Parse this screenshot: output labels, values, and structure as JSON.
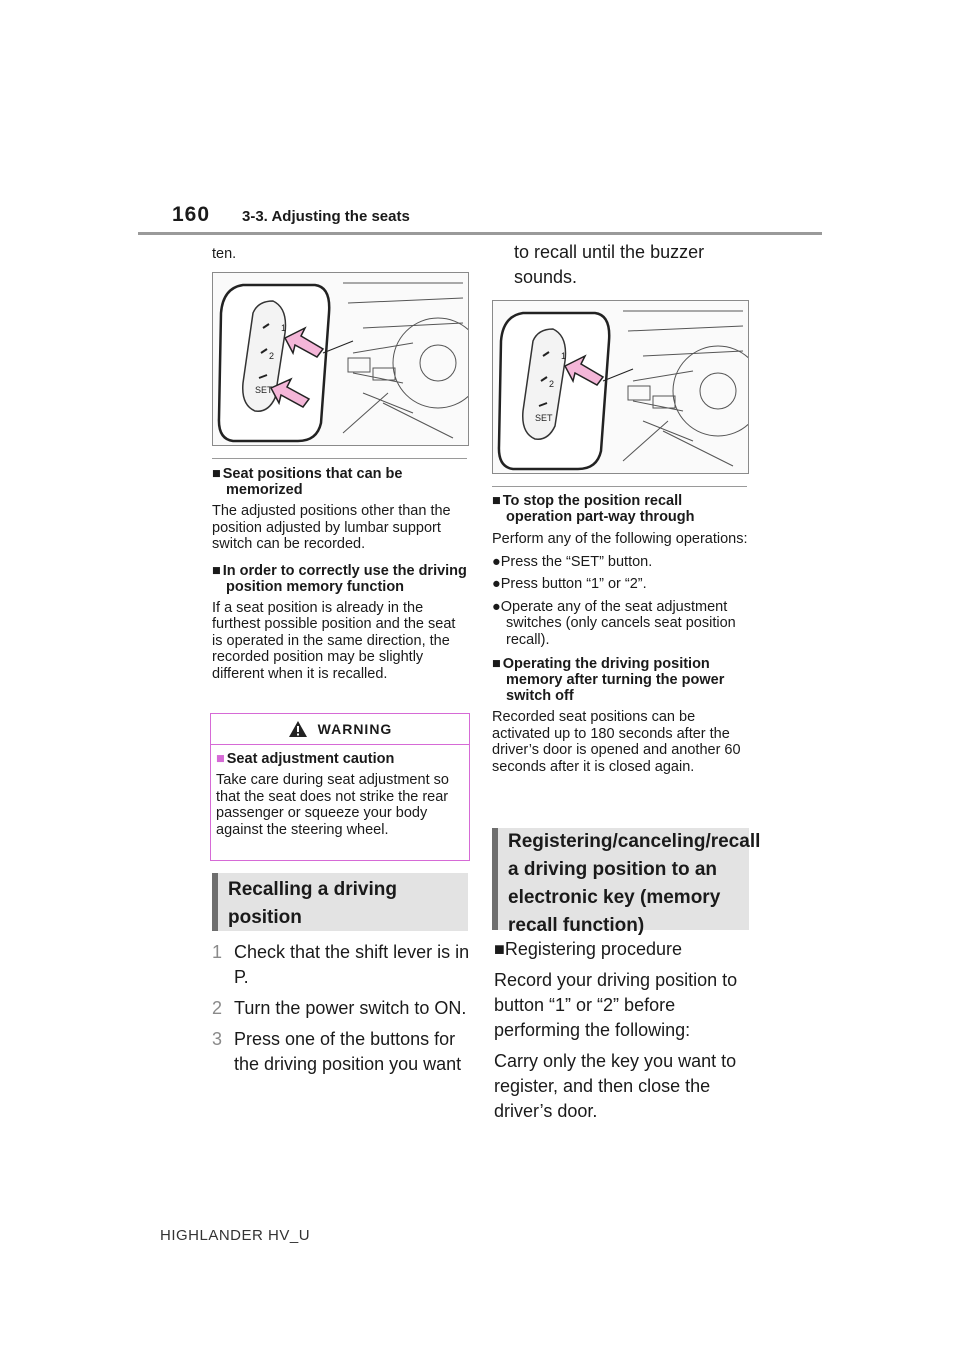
{
  "header": {
    "page_number": "160",
    "section": "3-3. Adjusting the seats"
  },
  "left": {
    "intro_fragment": "ten.",
    "seat_positions": {
      "heading": "Seat positions that can be memorized",
      "text": "The adjusted positions other than the position adjusted by lumbar support switch can be recorded."
    },
    "correct_use": {
      "heading": "In order to correctly use the driving position memory function",
      "text": "If a seat position is already in the furthest possible position and the seat is operated in the same direction, the recorded position may be slightly different when it is recalled."
    },
    "warning": {
      "label": "WARNING",
      "heading": "Seat adjustment caution",
      "text": "Take care during seat adjustment so that the seat does not strike the rear passenger or squeeze your body against the steering wheel."
    },
    "recall_heading": "Recalling a driving position",
    "steps": [
      {
        "num": "1",
        "text": "Check that the shift lever is in P."
      },
      {
        "num": "2",
        "text": "Turn the power switch to ON."
      },
      {
        "num": "3",
        "text": "Press one of the buttons for the driving position you want"
      }
    ]
  },
  "right": {
    "continuation": "to recall until the buzzer sounds.",
    "stop_recall": {
      "heading": "To stop the position recall operation part-way through",
      "text": "Perform any of the following operations:",
      "bullets": [
        "Press the “SET” button.",
        "Press button “1” or “2”.",
        "Operate any of the seat adjustment switches (only cancels seat position recall)."
      ]
    },
    "after_off": {
      "heading": "Operating the driving position memory after turning the power switch off",
      "text": "Recorded seat positions can be activated up to 180 seconds after the driver’s door is opened and another 60 seconds after it is closed again."
    },
    "register_heading": "Registering/canceling/recall a driving position to an electronic key (memory recall function)",
    "register_proc": {
      "heading": "Registering procedure",
      "p1": "Record your driving position to button “1” or “2” before performing the following:",
      "p2": "Carry only the key you want to register, and then close the driver’s door."
    }
  },
  "illustration": {
    "btn1": "1",
    "btn2": "2",
    "btn_set": "SET"
  },
  "footer": "HIGHLANDER HV_U",
  "colors": {
    "warning_border": "#d66ad6",
    "arrow": "#f4b6d8",
    "heading_bg": "#e3e3e3"
  }
}
